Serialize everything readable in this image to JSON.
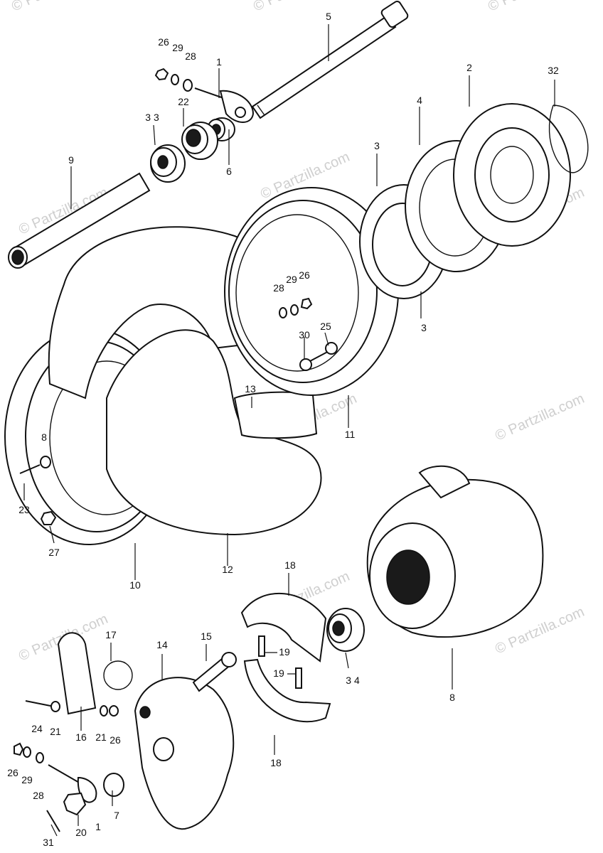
{
  "watermark": {
    "text": "© Partzilla.com"
  },
  "parts": [
    {
      "id": "p1a",
      "label": "1"
    },
    {
      "id": "p1b",
      "label": "1"
    },
    {
      "id": "p2",
      "label": "2"
    },
    {
      "id": "p3a",
      "label": "3"
    },
    {
      "id": "p3b",
      "label": "3"
    },
    {
      "id": "p4",
      "label": "4"
    },
    {
      "id": "p5",
      "label": "5"
    },
    {
      "id": "p6",
      "label": "6"
    },
    {
      "id": "p7",
      "label": "7"
    },
    {
      "id": "p8a",
      "label": "8"
    },
    {
      "id": "p8b",
      "label": "8"
    },
    {
      "id": "p9",
      "label": "9"
    },
    {
      "id": "p10",
      "label": "10"
    },
    {
      "id": "p11",
      "label": "11"
    },
    {
      "id": "p12",
      "label": "12"
    },
    {
      "id": "p13",
      "label": "13"
    },
    {
      "id": "p14",
      "label": "14"
    },
    {
      "id": "p15",
      "label": "15"
    },
    {
      "id": "p16",
      "label": "16"
    },
    {
      "id": "p17",
      "label": "17"
    },
    {
      "id": "p18a",
      "label": "18"
    },
    {
      "id": "p18b",
      "label": "18"
    },
    {
      "id": "p19a",
      "label": "19"
    },
    {
      "id": "p19b",
      "label": "19"
    },
    {
      "id": "p20",
      "label": "20"
    },
    {
      "id": "p21a",
      "label": "21"
    },
    {
      "id": "p21b",
      "label": "21"
    },
    {
      "id": "p22",
      "label": "22"
    },
    {
      "id": "p23",
      "label": "23"
    },
    {
      "id": "p24",
      "label": "24"
    },
    {
      "id": "p25",
      "label": "25"
    },
    {
      "id": "p26a",
      "label": "26"
    },
    {
      "id": "p26b",
      "label": "26"
    },
    {
      "id": "p26c",
      "label": "26"
    },
    {
      "id": "p26d",
      "label": "26"
    },
    {
      "id": "p27",
      "label": "27"
    },
    {
      "id": "p28a",
      "label": "28"
    },
    {
      "id": "p28b",
      "label": "28"
    },
    {
      "id": "p28c",
      "label": "28"
    },
    {
      "id": "p29a",
      "label": "29"
    },
    {
      "id": "p29b",
      "label": "29"
    },
    {
      "id": "p29c",
      "label": "29"
    },
    {
      "id": "p30",
      "label": "30"
    },
    {
      "id": "p31",
      "label": "31"
    },
    {
      "id": "p32",
      "label": "32"
    },
    {
      "id": "p33",
      "label": "3 3"
    },
    {
      "id": "p34",
      "label": "3 4"
    }
  ]
}
